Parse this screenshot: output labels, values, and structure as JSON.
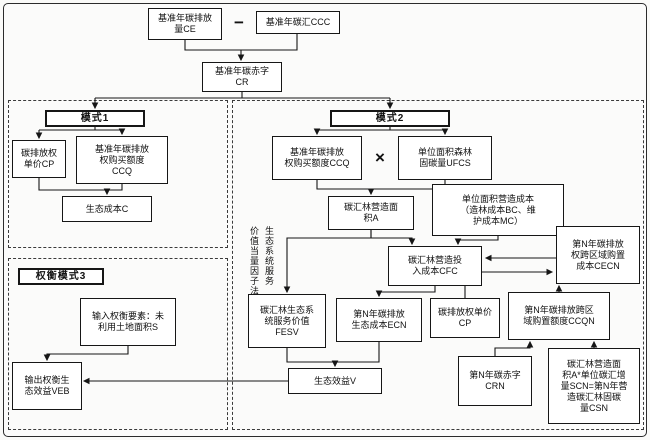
{
  "top": {
    "ce": "基准年碳排放\n量CE",
    "minus": "−",
    "ccc": "基准年碳汇CCC",
    "cr": "基准年碳赤字\nCR"
  },
  "mode1": {
    "title": "模式1",
    "cp": "碳排放权\n单价CP",
    "ccq": "基准年碳排放\n权购买额度\nCCQ",
    "cost": "生态成本C"
  },
  "mode2": {
    "title": "模式2",
    "times": "×",
    "ccq": "基准年碳排放\n权购买额度CCQ",
    "ufcs": "单位面积森林\n固碳量UFCS",
    "area": "碳汇林营造面\n积A",
    "unit_cost": "单位面积营造成本\n（造林成本BC、维\n护成本MC）",
    "cfc": "碳汇林营造投\n入成本CFC",
    "cec": "第N年碳排放\n权跨区域购置\n成本CECN",
    "method_col_left": "价值当量因子法",
    "method_col_right": "生态系统服务",
    "fesv": "碳汇林生态系\n统服务价值\nFESV",
    "ec": "第N年碳排放\n生态成本ECN",
    "cp": "碳排放权单价\nCP",
    "ccqn": "第N年碳排放跨区\n域购置额度CCQN",
    "v": "生态效益V",
    "crn": "第N年碳赤字\nCRN",
    "cs": "碳汇林营造面\n积A*单位碳汇增\n量SCN=第N年营\n造碳汇林固碳\n量CSN"
  },
  "mode3": {
    "title": "权衡模式3",
    "input": "输入权衡要素：未\n利用土地面积S",
    "output": "输出权衡生\n态效益VEB"
  }
}
